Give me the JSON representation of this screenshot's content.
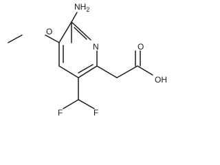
{
  "molecule": {
    "labels": {
      "amine": "NH",
      "amine_subscript": "2",
      "ring_nitrogen": "N",
      "methoxy_oxygen": "O",
      "carbonyl_oxygen": "O",
      "hydroxyl": "OH",
      "fluorine_left": "F",
      "fluorine_right": "F"
    }
  }
}
